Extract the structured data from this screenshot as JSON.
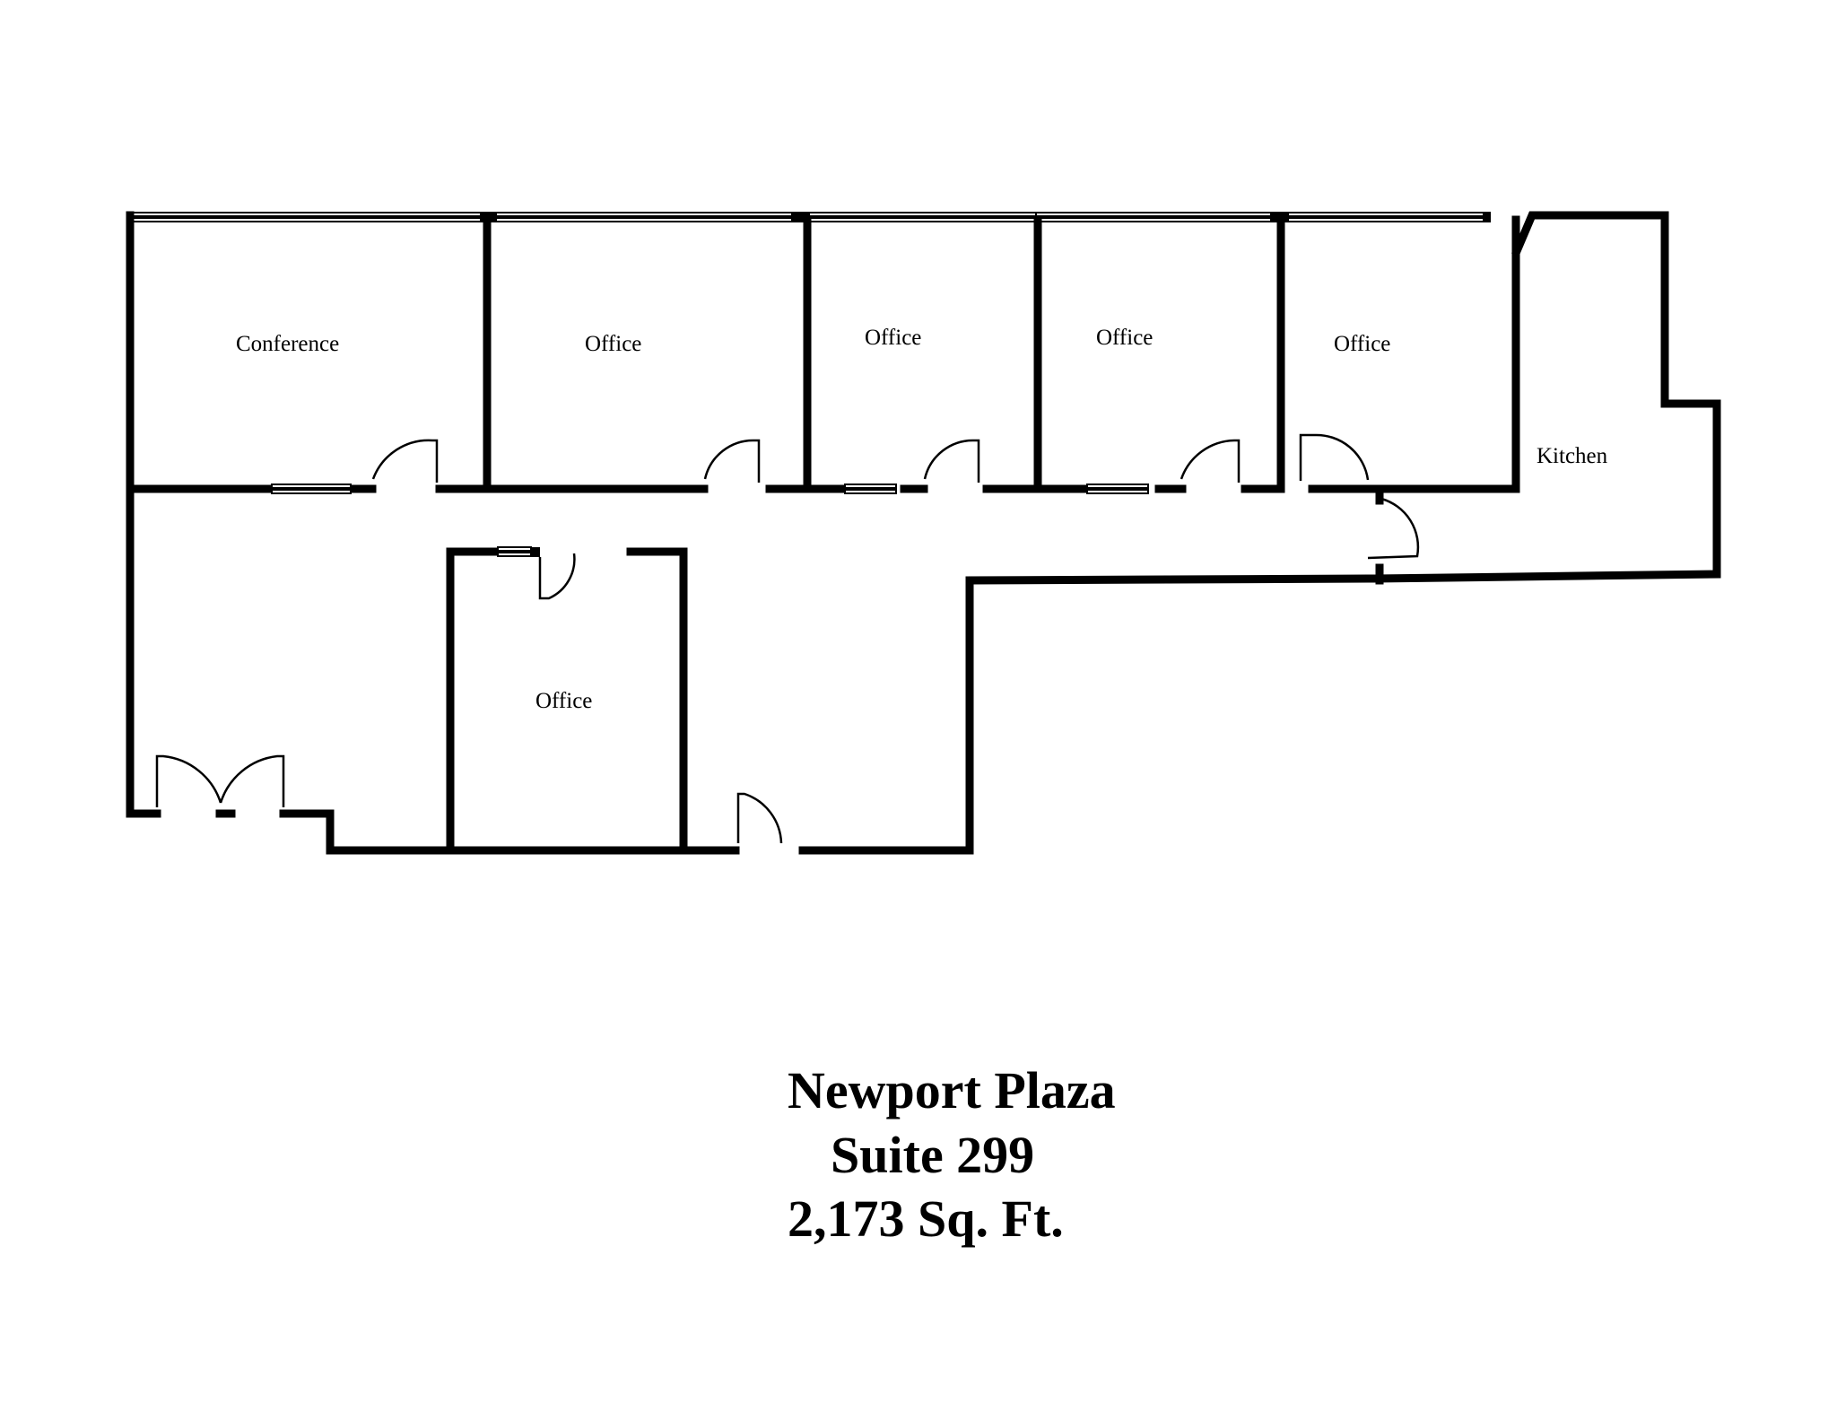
{
  "floorplan": {
    "rooms": [
      {
        "id": "conference",
        "label": "Conference"
      },
      {
        "id": "office-1",
        "label": "Office"
      },
      {
        "id": "office-2",
        "label": "Office"
      },
      {
        "id": "office-3",
        "label": "Office"
      },
      {
        "id": "office-4",
        "label": "Office"
      },
      {
        "id": "kitchen",
        "label": "Kitchen"
      },
      {
        "id": "office-5",
        "label": "Office"
      }
    ]
  },
  "title": {
    "building": "Newport Plaza",
    "suite": "Suite 299",
    "area": "2,173 Sq. Ft."
  },
  "colors": {
    "wall": "#000000",
    "background": "#ffffff"
  }
}
